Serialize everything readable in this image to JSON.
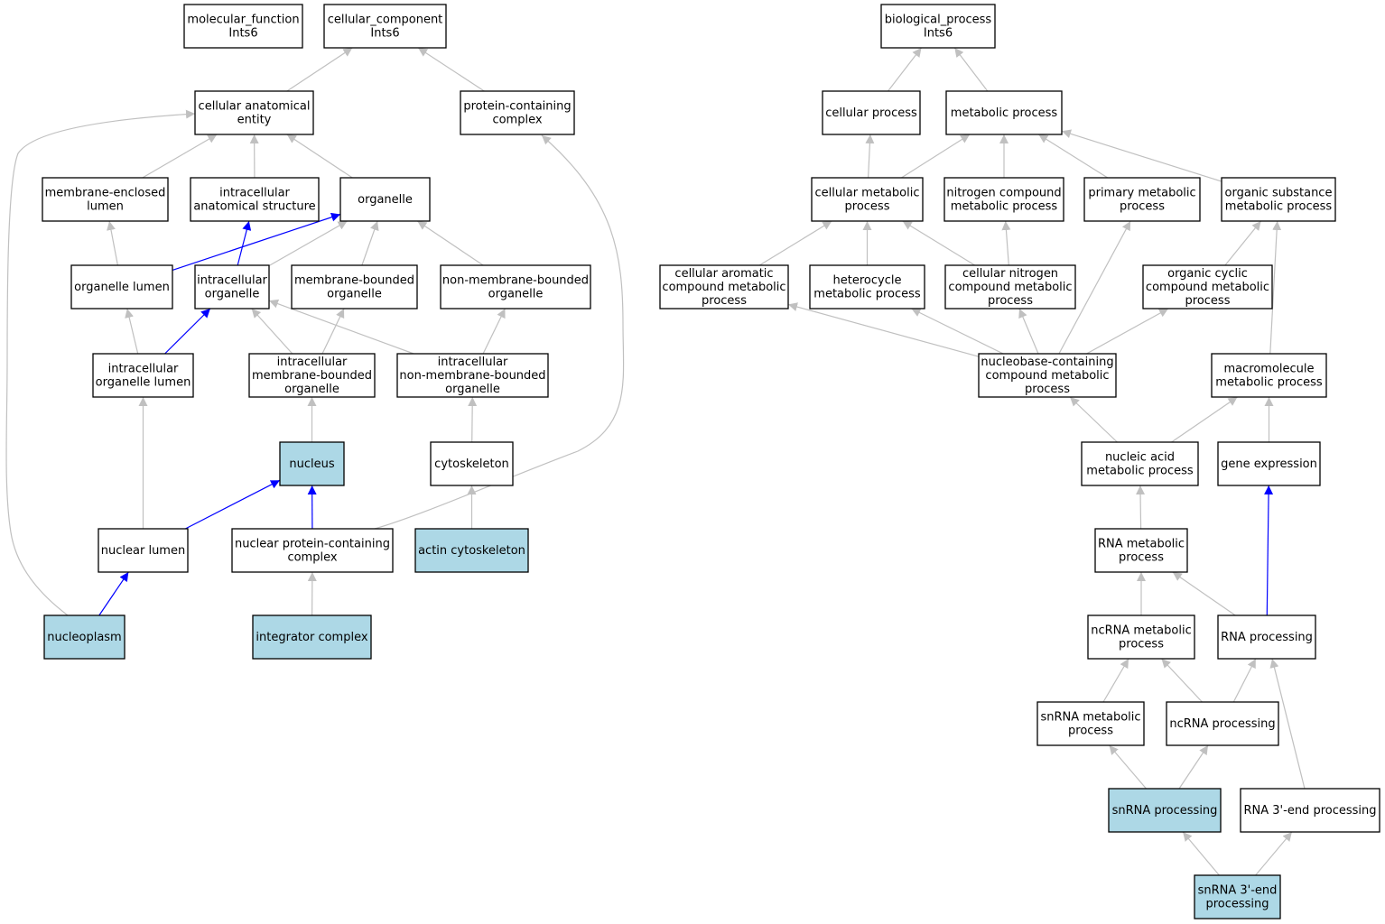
{
  "colors": {
    "highlight_fill": "#add8e6",
    "node_fill": "#ffffff",
    "edge_gray": "#c0c0c0",
    "edge_blue": "#0000ff"
  },
  "nodes": {
    "mf_root": {
      "lines": [
        "molecular_function",
        "Ints6"
      ],
      "highlight": false
    },
    "cc_root": {
      "lines": [
        "cellular_component",
        "Ints6"
      ],
      "highlight": false
    },
    "bp_root": {
      "lines": [
        "biological_process",
        "Ints6"
      ],
      "highlight": false
    },
    "cae": {
      "lines": [
        "cellular anatomical",
        "entity"
      ],
      "highlight": false
    },
    "pcc": {
      "lines": [
        "protein-containing",
        "complex"
      ],
      "highlight": false
    },
    "mel": {
      "lines": [
        "membrane-enclosed",
        "lumen"
      ],
      "highlight": false
    },
    "ias": {
      "lines": [
        "intracellular",
        "anatomical structure"
      ],
      "highlight": false
    },
    "org": {
      "lines": [
        "organelle"
      ],
      "highlight": false
    },
    "orgl": {
      "lines": [
        "organelle lumen"
      ],
      "highlight": false
    },
    "io": {
      "lines": [
        "intracellular",
        "organelle"
      ],
      "highlight": false
    },
    "mbo": {
      "lines": [
        "membrane-bounded",
        "organelle"
      ],
      "highlight": false
    },
    "nmbo": {
      "lines": [
        "non-membrane-bounded",
        "organelle"
      ],
      "highlight": false
    },
    "iol": {
      "lines": [
        "intracellular",
        "organelle lumen"
      ],
      "highlight": false
    },
    "imbo": {
      "lines": [
        "intracellular",
        "membrane-bounded",
        "organelle"
      ],
      "highlight": false
    },
    "inmbo": {
      "lines": [
        "intracellular",
        "non-membrane-bounded",
        "organelle"
      ],
      "highlight": false
    },
    "nucleus": {
      "lines": [
        "nucleus"
      ],
      "highlight": true
    },
    "cytosk": {
      "lines": [
        "cytoskeleton"
      ],
      "highlight": false
    },
    "nl": {
      "lines": [
        "nuclear lumen"
      ],
      "highlight": false
    },
    "npcc": {
      "lines": [
        "nuclear protein-containing",
        "complex"
      ],
      "highlight": false
    },
    "actin": {
      "lines": [
        "actin cytoskeleton"
      ],
      "highlight": true
    },
    "nucleoplasm": {
      "lines": [
        "nucleoplasm"
      ],
      "highlight": true
    },
    "intc": {
      "lines": [
        "integrator complex"
      ],
      "highlight": true
    },
    "cp": {
      "lines": [
        "cellular process"
      ],
      "highlight": false
    },
    "mp": {
      "lines": [
        "metabolic process"
      ],
      "highlight": false
    },
    "cmp": {
      "lines": [
        "cellular metabolic",
        "process"
      ],
      "highlight": false
    },
    "ncmp": {
      "lines": [
        "nitrogen compound",
        "metabolic process"
      ],
      "highlight": false
    },
    "pmp": {
      "lines": [
        "primary metabolic",
        "process"
      ],
      "highlight": false
    },
    "osmp": {
      "lines": [
        "organic substance",
        "metabolic process"
      ],
      "highlight": false
    },
    "cacmp": {
      "lines": [
        "cellular aromatic",
        "compound metabolic",
        "process"
      ],
      "highlight": false
    },
    "hmp": {
      "lines": [
        "heterocycle",
        "metabolic process"
      ],
      "highlight": false
    },
    "cncmp": {
      "lines": [
        "cellular nitrogen",
        "compound metabolic",
        "process"
      ],
      "highlight": false
    },
    "occmp": {
      "lines": [
        "organic cyclic",
        "compound metabolic",
        "process"
      ],
      "highlight": false
    },
    "nbcmp": {
      "lines": [
        "nucleobase-containing",
        "compound metabolic",
        "process"
      ],
      "highlight": false
    },
    "mmp": {
      "lines": [
        "macromolecule",
        "metabolic process"
      ],
      "highlight": false
    },
    "namp": {
      "lines": [
        "nucleic acid",
        "metabolic process"
      ],
      "highlight": false
    },
    "ge": {
      "lines": [
        "gene expression"
      ],
      "highlight": false
    },
    "rmp": {
      "lines": [
        "RNA metabolic",
        "process"
      ],
      "highlight": false
    },
    "ncrmp": {
      "lines": [
        "ncRNA metabolic",
        "process"
      ],
      "highlight": false
    },
    "rp": {
      "lines": [
        "RNA processing"
      ],
      "highlight": false
    },
    "snmp": {
      "lines": [
        "snRNA metabolic",
        "process"
      ],
      "highlight": false
    },
    "ncrp": {
      "lines": [
        "ncRNA processing"
      ],
      "highlight": false
    },
    "snp": {
      "lines": [
        "snRNA processing"
      ],
      "highlight": true
    },
    "r3p": {
      "lines": [
        "RNA 3'-end processing"
      ],
      "highlight": false
    },
    "sn3p": {
      "lines": [
        "snRNA 3'-end",
        "processing"
      ],
      "highlight": true
    }
  },
  "edges": [
    {
      "from": "cae",
      "to": "cc_root",
      "color": "gray"
    },
    {
      "from": "pcc",
      "to": "cc_root",
      "color": "gray"
    },
    {
      "from": "mel",
      "to": "cae",
      "color": "gray"
    },
    {
      "from": "ias",
      "to": "cae",
      "color": "gray"
    },
    {
      "from": "org",
      "to": "cae",
      "color": "gray"
    },
    {
      "from": "nucleoplasm",
      "to": "cae",
      "color": "gray"
    },
    {
      "from": "npcc",
      "to": "pcc",
      "color": "gray"
    },
    {
      "from": "orgl",
      "to": "mel",
      "color": "gray"
    },
    {
      "from": "orgl",
      "to": "org",
      "color": "blue"
    },
    {
      "from": "io",
      "to": "ias",
      "color": "blue"
    },
    {
      "from": "io",
      "to": "org",
      "color": "gray"
    },
    {
      "from": "mbo",
      "to": "org",
      "color": "gray"
    },
    {
      "from": "nmbo",
      "to": "org",
      "color": "gray"
    },
    {
      "from": "iol",
      "to": "orgl",
      "color": "gray"
    },
    {
      "from": "iol",
      "to": "io",
      "color": "blue"
    },
    {
      "from": "imbo",
      "to": "io",
      "color": "gray"
    },
    {
      "from": "imbo",
      "to": "mbo",
      "color": "gray"
    },
    {
      "from": "inmbo",
      "to": "io",
      "color": "gray"
    },
    {
      "from": "inmbo",
      "to": "nmbo",
      "color": "gray"
    },
    {
      "from": "nucleus",
      "to": "imbo",
      "color": "gray"
    },
    {
      "from": "cytosk",
      "to": "inmbo",
      "color": "gray"
    },
    {
      "from": "nl",
      "to": "iol",
      "color": "gray"
    },
    {
      "from": "nl",
      "to": "nucleus",
      "color": "blue"
    },
    {
      "from": "npcc",
      "to": "nucleus",
      "color": "blue"
    },
    {
      "from": "actin",
      "to": "cytosk",
      "color": "gray"
    },
    {
      "from": "nucleoplasm",
      "to": "nl",
      "color": "blue"
    },
    {
      "from": "intc",
      "to": "npcc",
      "color": "gray"
    },
    {
      "from": "cp",
      "to": "bp_root",
      "color": "gray"
    },
    {
      "from": "mp",
      "to": "bp_root",
      "color": "gray"
    },
    {
      "from": "cmp",
      "to": "cp",
      "color": "gray"
    },
    {
      "from": "cmp",
      "to": "mp",
      "color": "gray"
    },
    {
      "from": "ncmp",
      "to": "mp",
      "color": "gray"
    },
    {
      "from": "pmp",
      "to": "mp",
      "color": "gray"
    },
    {
      "from": "osmp",
      "to": "mp",
      "color": "gray"
    },
    {
      "from": "cacmp",
      "to": "cmp",
      "color": "gray"
    },
    {
      "from": "hmp",
      "to": "cmp",
      "color": "gray"
    },
    {
      "from": "cncmp",
      "to": "cmp",
      "color": "gray"
    },
    {
      "from": "cncmp",
      "to": "ncmp",
      "color": "gray"
    },
    {
      "from": "occmp",
      "to": "osmp",
      "color": "gray"
    },
    {
      "from": "nbcmp",
      "to": "cacmp",
      "color": "gray"
    },
    {
      "from": "nbcmp",
      "to": "hmp",
      "color": "gray"
    },
    {
      "from": "nbcmp",
      "to": "cncmp",
      "color": "gray"
    },
    {
      "from": "nbcmp",
      "to": "pmp",
      "color": "gray"
    },
    {
      "from": "nbcmp",
      "to": "occmp",
      "color": "gray"
    },
    {
      "from": "mmp",
      "to": "osmp",
      "color": "gray"
    },
    {
      "from": "namp",
      "to": "nbcmp",
      "color": "gray"
    },
    {
      "from": "namp",
      "to": "mmp",
      "color": "gray"
    },
    {
      "from": "ge",
      "to": "mmp",
      "color": "gray"
    },
    {
      "from": "rmp",
      "to": "namp",
      "color": "gray"
    },
    {
      "from": "ncrmp",
      "to": "rmp",
      "color": "gray"
    },
    {
      "from": "rp",
      "to": "rmp",
      "color": "gray"
    },
    {
      "from": "rp",
      "to": "ge",
      "color": "blue"
    },
    {
      "from": "snmp",
      "to": "ncrmp",
      "color": "gray"
    },
    {
      "from": "ncrp",
      "to": "ncrmp",
      "color": "gray"
    },
    {
      "from": "ncrp",
      "to": "rp",
      "color": "gray"
    },
    {
      "from": "snp",
      "to": "snmp",
      "color": "gray"
    },
    {
      "from": "snp",
      "to": "ncrp",
      "color": "gray"
    },
    {
      "from": "r3p",
      "to": "rp",
      "color": "gray"
    },
    {
      "from": "sn3p",
      "to": "snp",
      "color": "gray"
    },
    {
      "from": "sn3p",
      "to": "r3p",
      "color": "gray"
    }
  ]
}
